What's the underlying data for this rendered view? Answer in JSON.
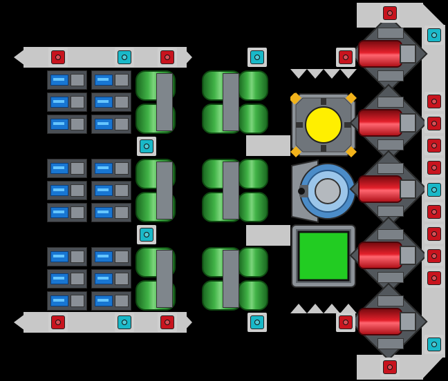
{
  "scene": {
    "title": "",
    "theme": "spaceship-builder-top-down",
    "colors": {
      "hull": "#c8c8c8",
      "background": "#000000",
      "pad_red": "#c8141e",
      "pad_cyan": "#19b8c8",
      "battery": "#1876d2",
      "fuel_tank": "#41b347",
      "thruster": "#e3202b",
      "reactor_core": "#ffef00",
      "cargo_screen": "#22cc22"
    }
  },
  "modules": {
    "battery_rows": 3,
    "batteries_per_row": 6,
    "fuel_tank_groups": 3,
    "thrusters": 5,
    "reactor": {
      "icon": "reactor-core-icon"
    },
    "shield_generator": {
      "icon": "shield-dish-icon"
    },
    "cargo_container": {
      "icon": "cargo-screen-icon"
    }
  },
  "connectors": {
    "red_count": 17,
    "cyan_count": 9
  }
}
